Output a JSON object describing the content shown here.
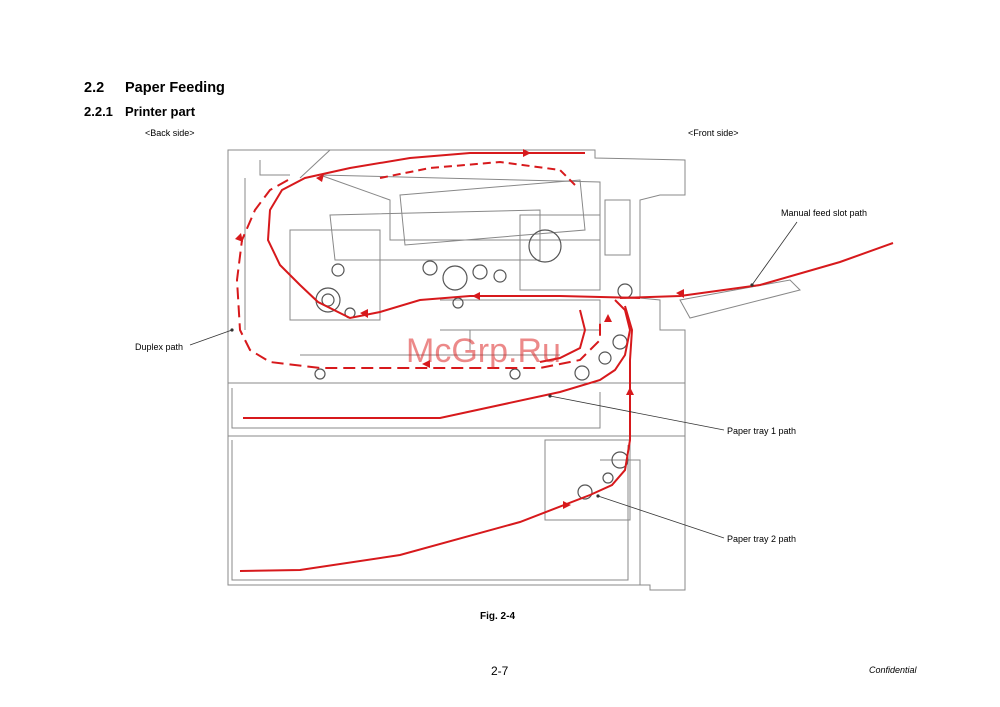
{
  "section": {
    "number": "2.2",
    "title": "Paper Feeding"
  },
  "subsection": {
    "number": "2.2.1",
    "title": "Printer part"
  },
  "side_labels": {
    "back": "<Back side>",
    "front": "<Front side>"
  },
  "callouts": {
    "manual_feed": "Manual feed slot path",
    "duplex": "Duplex path",
    "tray1": "Paper tray 1 path",
    "tray2": "Paper tray 2 path"
  },
  "figure_caption": "Fig. 2-4",
  "watermark": "McGrp.Ru",
  "footer": {
    "page_number": "2-7",
    "classification": "Confidential"
  },
  "colors": {
    "paper_path": "#d7191c",
    "line_art": "#777777"
  }
}
